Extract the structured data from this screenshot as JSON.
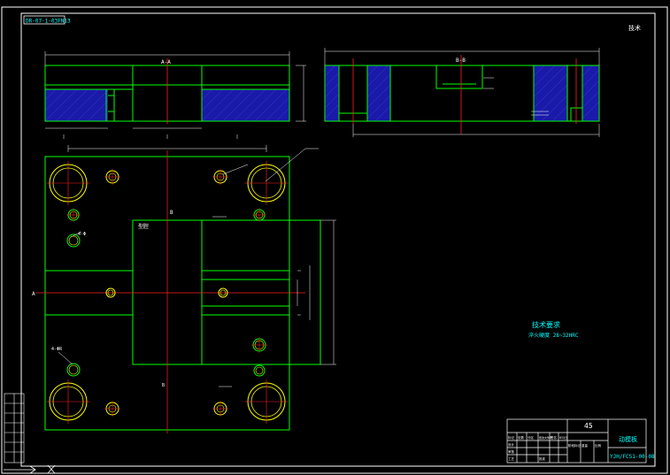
{
  "drawing": {
    "corner_code": "DR-07-1-03FN13",
    "top_right_mark": "技术",
    "colors": {
      "background": "#000000",
      "frame": "#ffffff",
      "part_outline": "#00ff00",
      "centerline": "#ff2020",
      "hatch": "#1a1aa8",
      "dimension": "#ffffff",
      "hole_ring": "#ffff00",
      "title_text": "#00ffff"
    }
  },
  "section_views": {
    "left_label": "A-A",
    "right_label": "B-B"
  },
  "plan_view": {
    "cavity_label": "型腔",
    "section_mark_a": "A",
    "section_mark_b": "B",
    "hole_note_tl": "4-Φ",
    "hole_note_bl": "4-ΦR"
  },
  "notes": {
    "heading": "技术要求",
    "line1": "淬火硬度 28~32HRC"
  },
  "title_block": {
    "material": "45",
    "part_name": "动模板",
    "drawing_number": "YJH/FCS1-00-08",
    "header_cells": [
      "标记",
      "处数",
      "分区",
      "更改文件号",
      "签名",
      "年月日"
    ],
    "sub_cells": [
      "阶段标记",
      "重量",
      "比例"
    ],
    "role_cells": [
      "设计",
      "审核",
      "工艺",
      "批准"
    ]
  },
  "left_strip": {
    "cells": [
      "",
      "",
      "",
      "",
      "",
      "",
      ""
    ]
  }
}
